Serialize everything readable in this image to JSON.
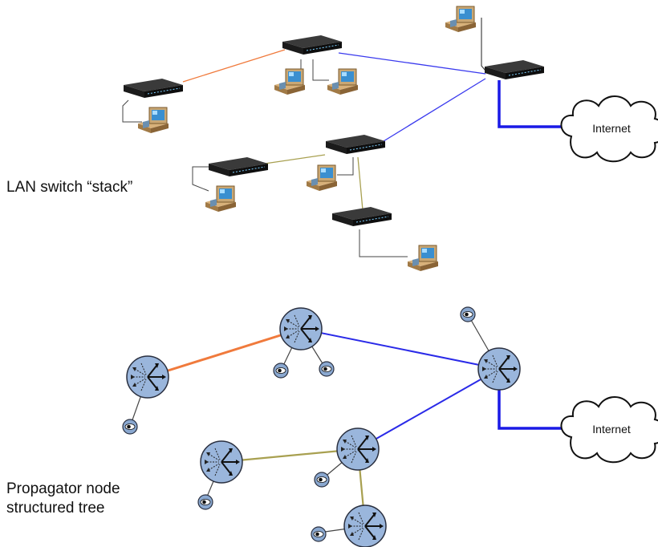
{
  "diagrams": {
    "top": {
      "caption": "LAN switch “stack”",
      "cloud_label": "Internet"
    },
    "bottom": {
      "caption_line1": "Propagator node",
      "caption_line2": "structured tree",
      "cloud_label": "Internet"
    }
  },
  "colors": {
    "orange_link": "#f07a3c",
    "blue_link": "#3a3aee",
    "internet_link": "#1a1ae6",
    "olive_link": "#a8a050",
    "host_link": "#444444",
    "node_fill": "#9ab6dc",
    "node_stroke": "#2a3040"
  }
}
